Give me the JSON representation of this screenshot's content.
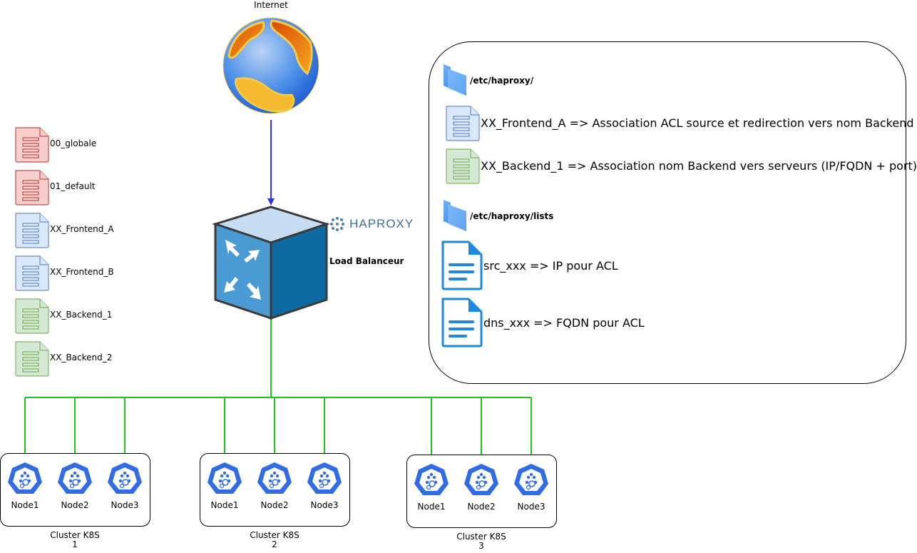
{
  "internet": {
    "label": "Internet"
  },
  "load_balancer": {
    "label": "Load Balanceur",
    "logo_text": "HAPROXY"
  },
  "config_files": [
    {
      "name": "00_globale",
      "color": "red"
    },
    {
      "name": "01_default",
      "color": "red"
    },
    {
      "name": "XX_Frontend_A",
      "color": "blue"
    },
    {
      "name": "XX_Frontend_B",
      "color": "blue"
    },
    {
      "name": "XX_Backend_1",
      "color": "green"
    },
    {
      "name": "XX_Backend_2",
      "color": "green"
    }
  ],
  "legend": {
    "folder1": "/etc/haproxy/",
    "frontend_desc": "XX_Frontend_A => Association ACL source et redirection vers nom Backend",
    "backend_desc": "XX_Backend_1 => Association nom Backend vers serveurs (IP/FQDN + port)",
    "folder2": "/etc/haproxy/lists",
    "src_desc": "src_xxx => IP pour ACL",
    "dns_desc": "dns_xxx => FQDN pour ACL"
  },
  "clusters": [
    {
      "label_line1": "Cluster K8S",
      "label_line2": "1",
      "nodes": [
        "Node1",
        "Node2",
        "Node3"
      ]
    },
    {
      "label_line1": "Cluster K8S",
      "label_line2": "2",
      "nodes": [
        "Node1",
        "Node2",
        "Node3"
      ]
    },
    {
      "label_line1": "Cluster K8S",
      "label_line2": "3",
      "nodes": [
        "Node1",
        "Node2",
        "Node3"
      ]
    }
  ],
  "colors": {
    "internet_arrow": "#3333dd",
    "network_line": "#1ec31e",
    "k8s_blue": "#326ce5",
    "red_doc": "#e06666",
    "blue_doc": "#7ea6e0",
    "green_doc": "#82b366"
  }
}
